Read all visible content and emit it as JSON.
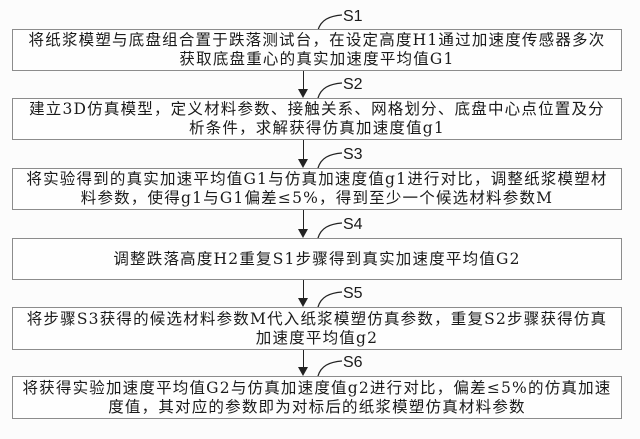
{
  "diagram": {
    "type": "flowchart",
    "steps": [
      {
        "id": "S1",
        "label": "S1",
        "text": "将纸浆模塑与底盘组合置于跌落测试台，在设定高度H1通过加速度传感器多次获取底盘重心的真实加速度平均值G1"
      },
      {
        "id": "S2",
        "label": "S2",
        "text": "建立3D仿真模型，定义材料参数、接触关系、网格划分、底盘中心点位置及分析条件，求解获得仿真加速度值g1"
      },
      {
        "id": "S3",
        "label": "S3",
        "text": "将实验得到的真实加速平均值G1与仿真加速度值g1进行对比，调整纸浆模塑材料参数，使得g1与G1偏差≤5%，得到至少一个候选材料参数M"
      },
      {
        "id": "S4",
        "label": "S4",
        "text": "调整跌落高度H2重复S1步骤得到真实加速度平均值G2"
      },
      {
        "id": "S5",
        "label": "S5",
        "text": "将步骤S3获得的候选材料参数M代入纸浆模塑仿真参数，重复S2步骤获得仿真加速度平均值g2"
      },
      {
        "id": "S6",
        "label": "S6",
        "text": "将获得实验加速度平均值G2与仿真加速度值g2进行对比，偏差≤5%的仿真加速度值，其对应的参数即为对标后的纸浆模塑仿真材料参数"
      }
    ],
    "edges": [
      [
        "S1",
        "S2"
      ],
      [
        "S2",
        "S3"
      ],
      [
        "S3",
        "S4"
      ],
      [
        "S4",
        "S5"
      ],
      [
        "S5",
        "S6"
      ]
    ]
  }
}
